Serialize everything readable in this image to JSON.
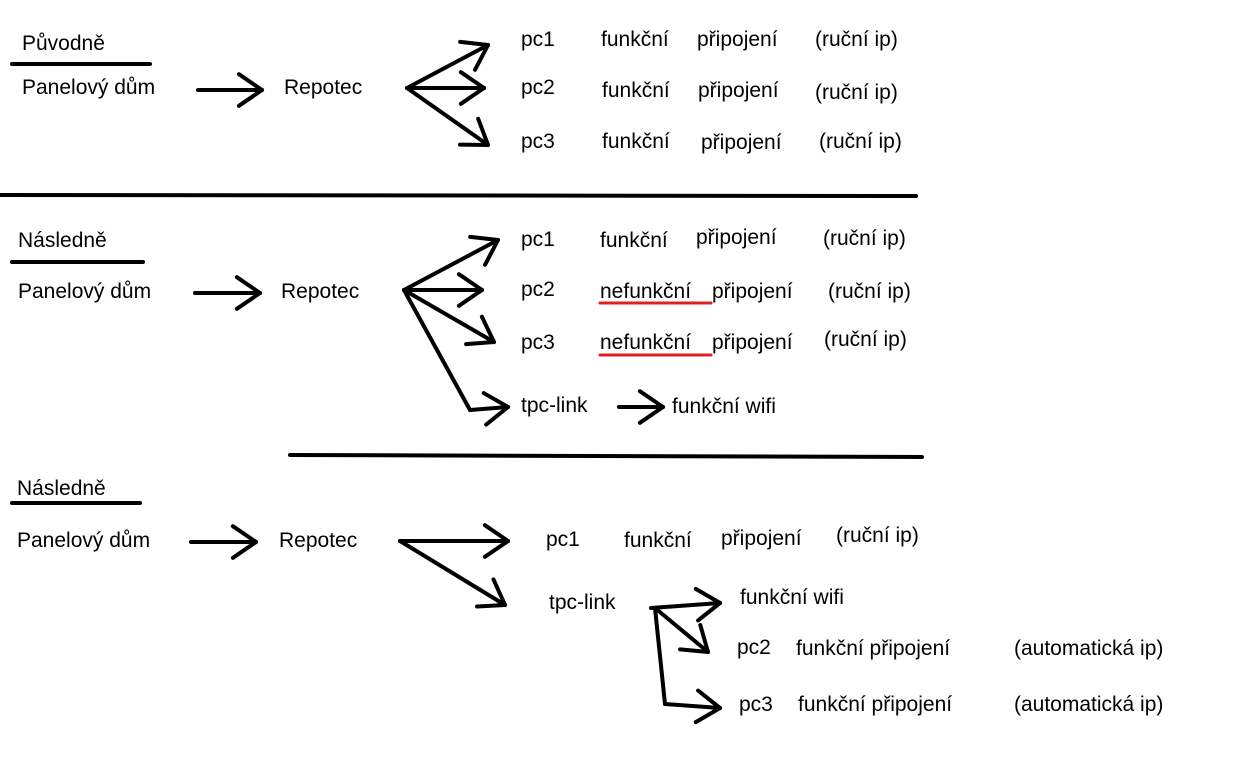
{
  "colors": {
    "ink": "#000000",
    "error_underline": "#e02020"
  },
  "sections": [
    {
      "heading": "Původně",
      "source": "Panelový dům",
      "router": "Repotec",
      "rows": [
        {
          "pc": "pc1",
          "status": "funkční",
          "conn": "připojení",
          "ip": "(ruční ip)"
        },
        {
          "pc": "pc2",
          "status": "funkční",
          "conn": "připojení",
          "ip": "(ruční ip)"
        },
        {
          "pc": "pc3",
          "status": "funkční",
          "conn": "připojení",
          "ip": "(ruční ip)"
        }
      ]
    },
    {
      "heading": "Následně",
      "source": "Panelový dům",
      "router": "Repotec",
      "rows": [
        {
          "pc": "pc1",
          "status": "funkční",
          "conn": "připojení",
          "ip": "(ruční ip)"
        },
        {
          "pc": "pc2",
          "status": "nefunkční",
          "conn": "připojení",
          "ip": "(ruční ip)"
        },
        {
          "pc": "pc3",
          "status": "nefunkční",
          "conn": "připojení",
          "ip": "(ruční ip)"
        }
      ],
      "ap": "tpc-link",
      "wifi": "funkční wifi"
    },
    {
      "heading": "Následně",
      "source": "Panelový dům",
      "router": "Repotec",
      "rows": [
        {
          "pc": "pc1",
          "status": "funkční",
          "conn": "připojení",
          "ip": "(ruční ip)"
        }
      ],
      "ap": "tpc-link",
      "wifi": "funkční wifi",
      "ap_rows": [
        {
          "pc": "pc2",
          "conn": "funkční připojení",
          "ip": "(automatická ip)"
        },
        {
          "pc": "pc3",
          "conn": "funkční připojení",
          "ip": "(automatická ip)"
        }
      ]
    }
  ]
}
